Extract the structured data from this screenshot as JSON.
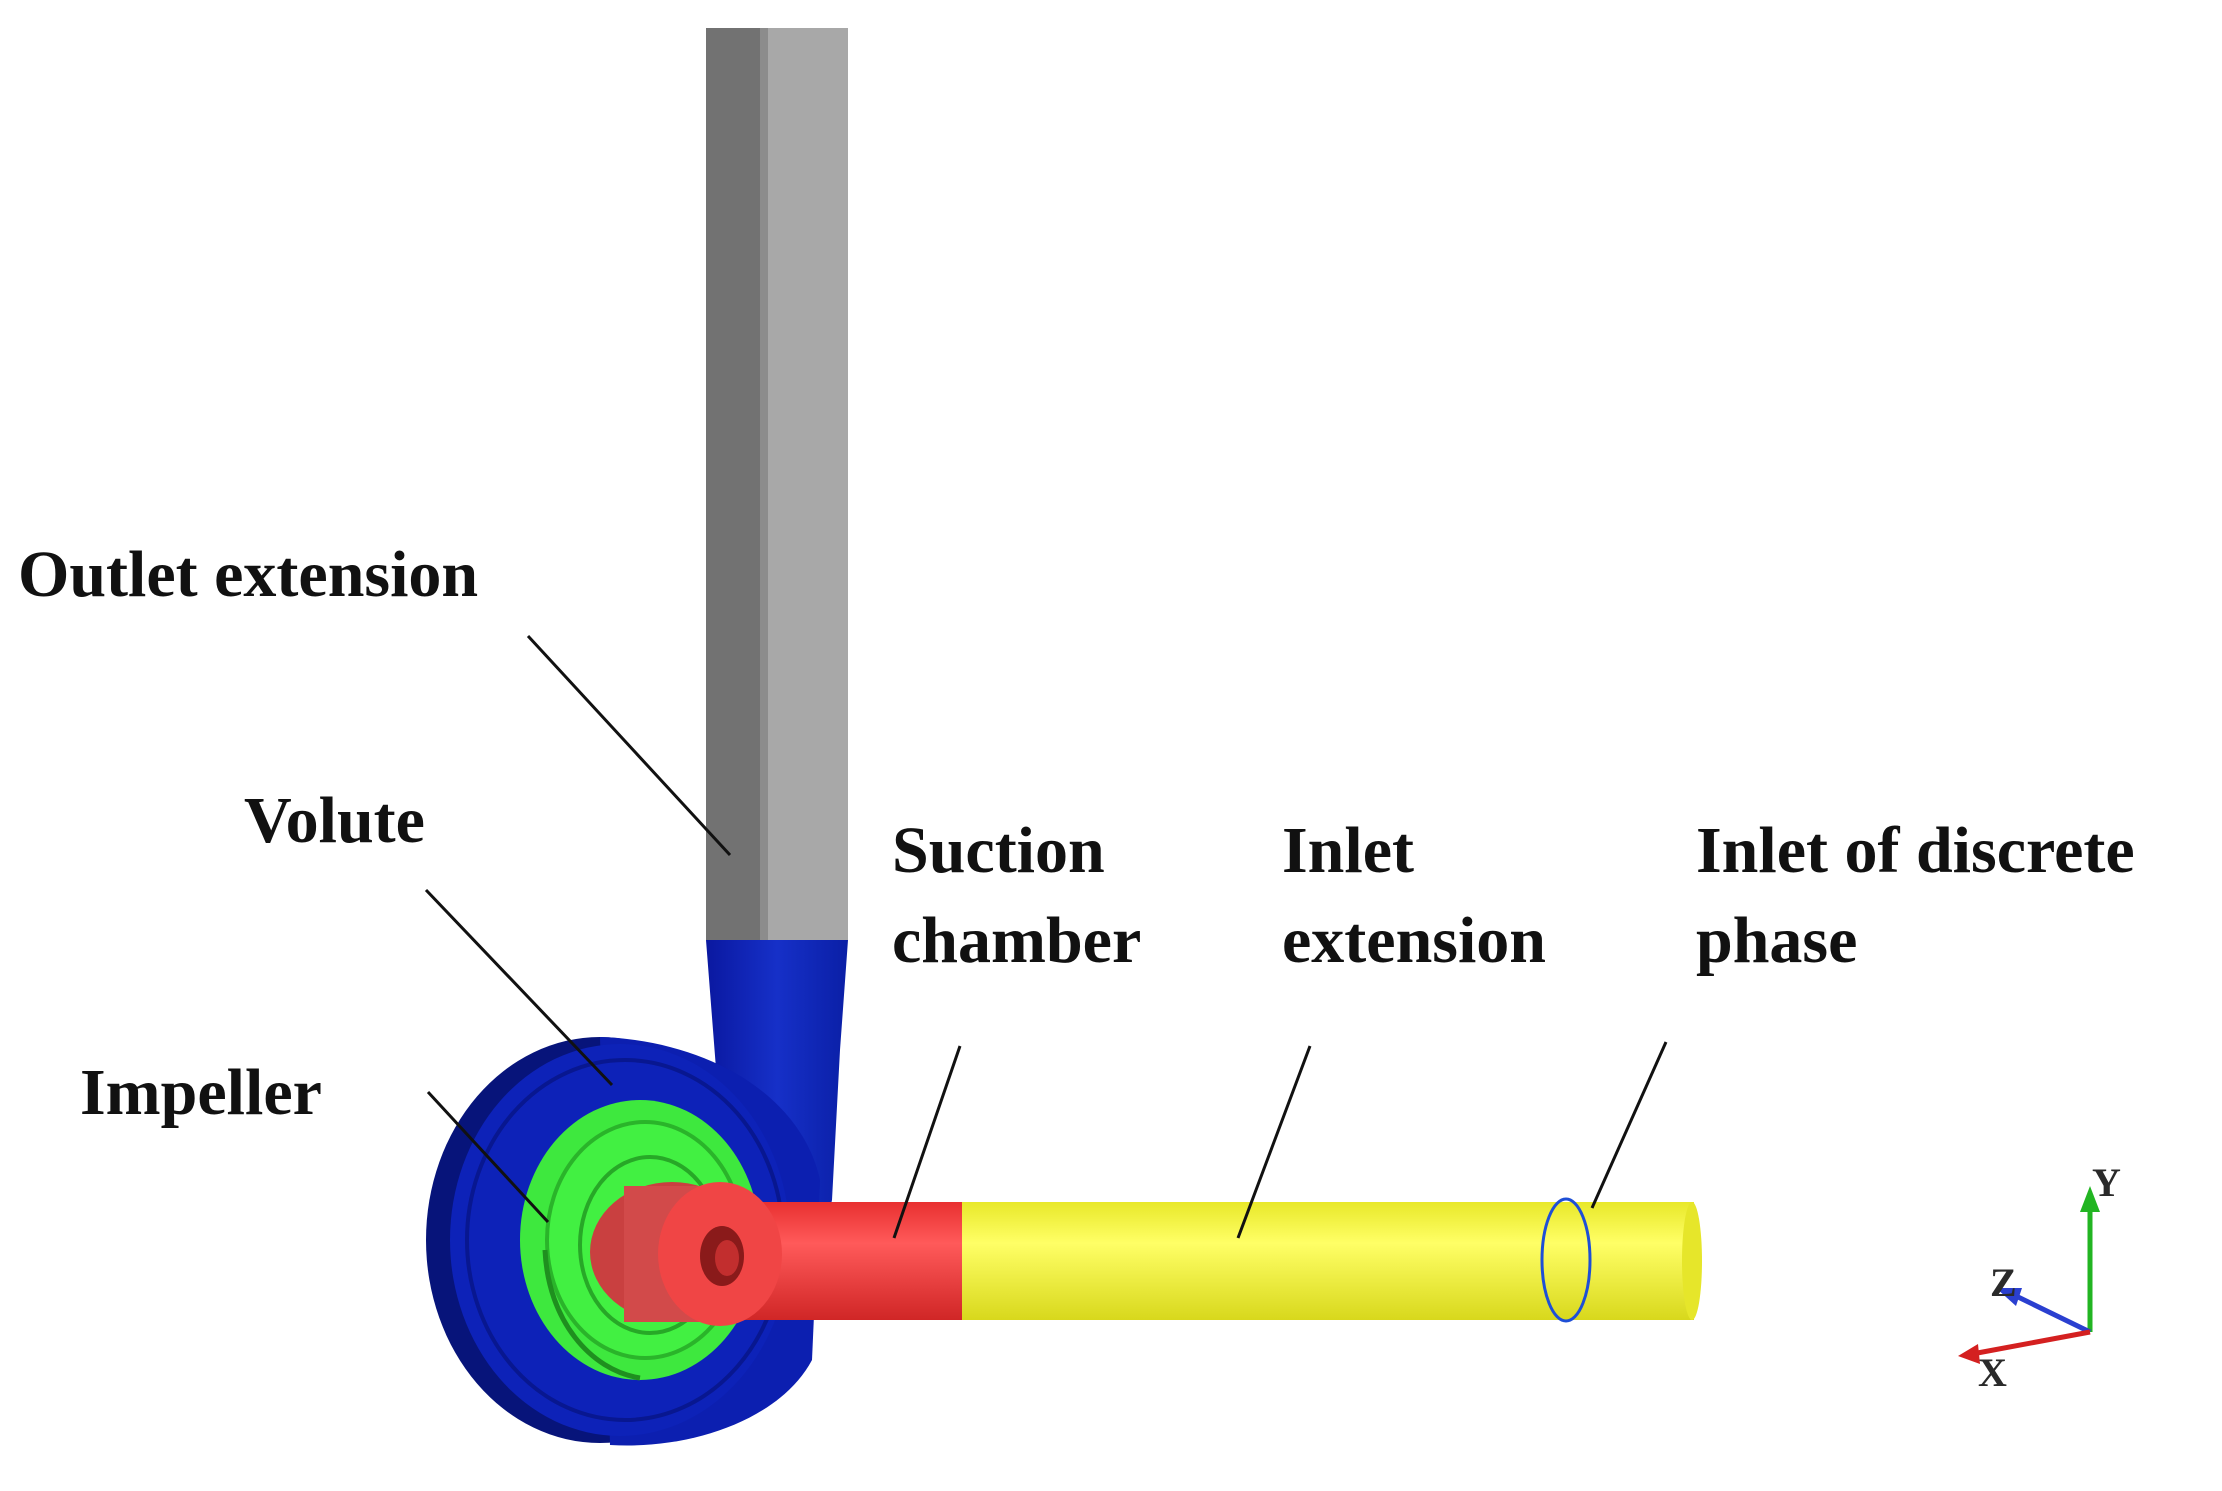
{
  "labels": {
    "outlet_extension": "Outlet extension",
    "volute": "Volute",
    "impeller": "Impeller",
    "suction_chamber_line1": "Suction",
    "suction_chamber_line2": "chamber",
    "inlet_extension_line1": "Inlet",
    "inlet_extension_line2": "extension",
    "inlet_discrete_line1": "Inlet of discrete",
    "inlet_discrete_line2": "phase"
  },
  "axes": {
    "x": "X",
    "y": "Y",
    "z": "Z"
  },
  "colors": {
    "outlet_extension": "#9e9e9e",
    "volute": "#0a1fa6",
    "impeller": "#3ee83e",
    "suction_chamber": "#ee3f3f",
    "inlet_extension": "#fafa3c",
    "discrete_phase_ring": "#1e4fd6",
    "axis_x": "#d42020",
    "axis_y": "#22b522",
    "axis_z": "#2a3fd0"
  }
}
